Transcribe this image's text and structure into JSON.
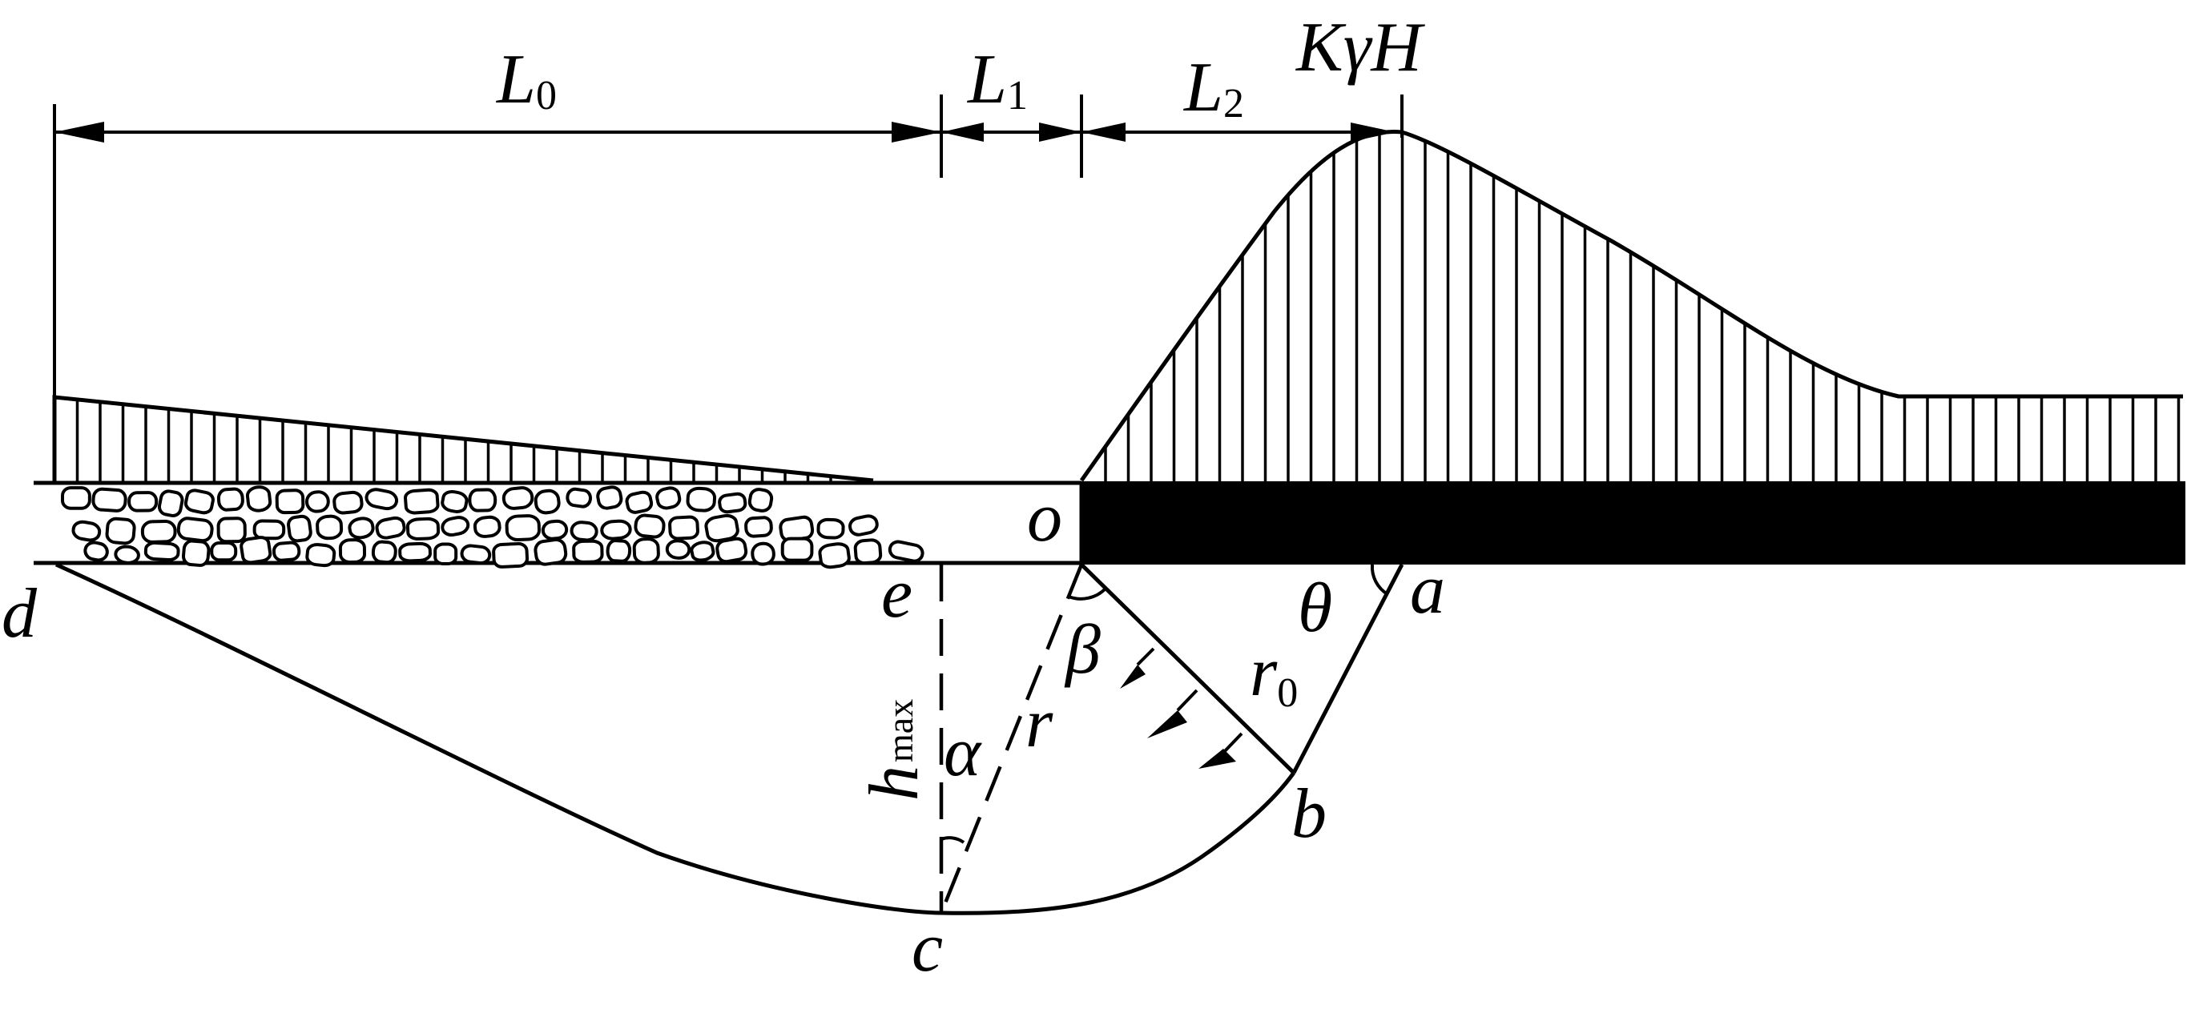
{
  "dimensions": {
    "L0": {
      "main": "L",
      "sub": "0"
    },
    "L1": {
      "main": "L",
      "sub": "1"
    },
    "L2": {
      "main": "L",
      "sub": "2"
    },
    "peak_load": "KγH"
  },
  "points": {
    "o": "o",
    "a": "a",
    "b": "b",
    "c": "c",
    "d": "d",
    "e": "e"
  },
  "angles": {
    "alpha": "α",
    "beta": "β",
    "theta": "θ"
  },
  "radii": {
    "r": "r",
    "r0": {
      "main": "r",
      "sub": "0"
    }
  },
  "depth": {
    "main": "h",
    "sub": "max"
  },
  "colors": {
    "stroke": "#000000",
    "fill": "#000000",
    "background": "#ffffff"
  }
}
